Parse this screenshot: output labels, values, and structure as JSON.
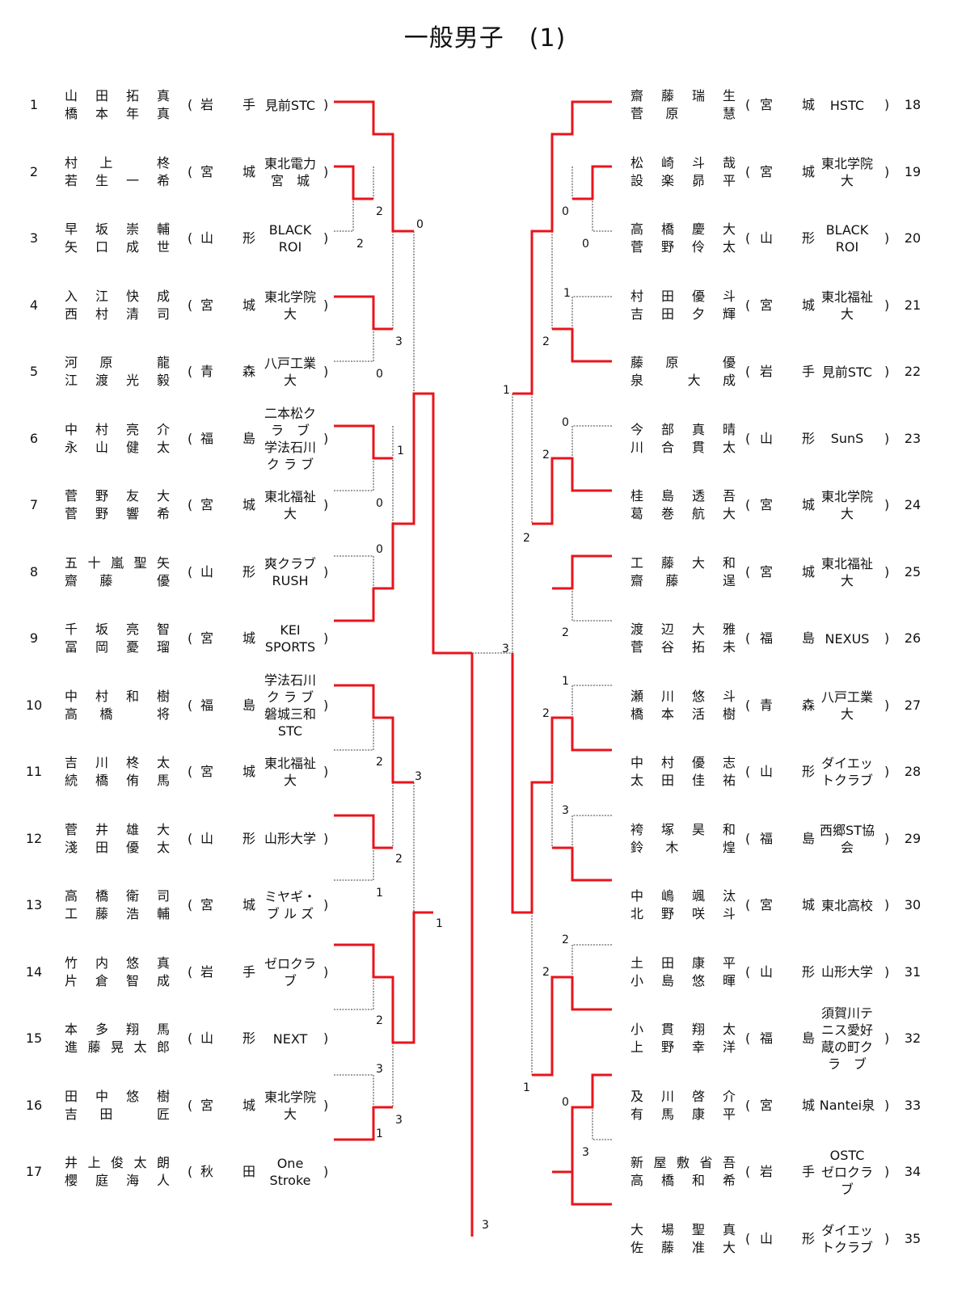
{
  "title": "一般男子　(1)",
  "left_entries": [
    {
      "no": "1",
      "p1": "山田拓真",
      "p2": "橋本年真",
      "pref": "岩手",
      "club": [
        "見前STC"
      ]
    },
    {
      "no": "2",
      "p1": "村上　柊",
      "p2": "若生一希",
      "pref": "宮城",
      "club": [
        "東北電力",
        "宮　城"
      ]
    },
    {
      "no": "3",
      "p1": "早坂崇輔",
      "p2": "矢口成世",
      "pref": "山形",
      "club": [
        "BLACK",
        "ROI"
      ]
    },
    {
      "no": "4",
      "p1": "入江快成",
      "p2": "西村清司",
      "pref": "宮城",
      "club": [
        "東北学院",
        "大"
      ]
    },
    {
      "no": "5",
      "p1": "河原　龍",
      "p2": "江渡光毅",
      "pref": "青森",
      "club": [
        "八戸工業",
        "大"
      ]
    },
    {
      "no": "6",
      "p1": "中村亮介",
      "p2": "永山健太",
      "pref": "福島",
      "club": [
        "二本松ク",
        "ラ　ブ",
        "学法石川",
        "ク ラ ブ"
      ]
    },
    {
      "no": "7",
      "p1": "菅野友大",
      "p2": "菅野響希",
      "pref": "宮城",
      "club": [
        "東北福祉",
        "大"
      ]
    },
    {
      "no": "8",
      "p1": "五十嵐聖矢",
      "p2": "齋藤　優",
      "pref": "山形",
      "club": [
        "爽クラブ",
        "RUSH"
      ]
    },
    {
      "no": "9",
      "p1": "千坂亮智",
      "p2": "冨岡憂瑠",
      "pref": "宮城",
      "club": [
        "KEI",
        "SPORTS"
      ]
    },
    {
      "no": "10",
      "p1": "中村和樹",
      "p2": "高橋　将",
      "pref": "福島",
      "club": [
        "学法石川",
        "ク ラ ブ",
        "磐城三和",
        "STC"
      ]
    },
    {
      "no": "11",
      "p1": "吉川柊太",
      "p2": "続橋侑馬",
      "pref": "宮城",
      "club": [
        "東北福祉",
        "大"
      ]
    },
    {
      "no": "12",
      "p1": "菅井雄大",
      "p2": "淺田優太",
      "pref": "山形",
      "club": [
        "山形大学"
      ]
    },
    {
      "no": "13",
      "p1": "高橋衛司",
      "p2": "工藤浩輔",
      "pref": "宮城",
      "club": [
        "ミヤギ・",
        "ブ ル ズ"
      ]
    },
    {
      "no": "14",
      "p1": "竹内悠真",
      "p2": "片倉智成",
      "pref": "岩手",
      "club": [
        "ゼロクラ",
        "ブ"
      ]
    },
    {
      "no": "15",
      "p1": "本多翔馬",
      "p2": "進藤晃太郎",
      "pref": "山形",
      "club": [
        "NEXT"
      ]
    },
    {
      "no": "16",
      "p1": "田中悠樹",
      "p2": "吉田　匠",
      "pref": "宮城",
      "club": [
        "東北学院",
        "大"
      ]
    },
    {
      "no": "17",
      "p1": "井上俊太朗",
      "p2": "櫻庭海人",
      "pref": "秋田",
      "club": [
        "One",
        "Stroke"
      ]
    }
  ],
  "right_entries": [
    {
      "no": "18",
      "p1": "齋藤瑞生",
      "p2": "菅原　慧",
      "pref": "宮城",
      "club": [
        "HSTC"
      ]
    },
    {
      "no": "19",
      "p1": "松崎斗哉",
      "p2": "設楽昴平",
      "pref": "宮城",
      "club": [
        "東北学院",
        "大"
      ]
    },
    {
      "no": "20",
      "p1": "高橋慶大",
      "p2": "菅野伶太",
      "pref": "山形",
      "club": [
        "BLACK",
        "ROI"
      ]
    },
    {
      "no": "21",
      "p1": "村田優斗",
      "p2": "吉田夕輝",
      "pref": "宮城",
      "club": [
        "東北福祉",
        "大"
      ]
    },
    {
      "no": "22",
      "p1": "藤原　優",
      "p2": "泉　大成",
      "pref": "岩手",
      "club": [
        "見前STC"
      ]
    },
    {
      "no": "23",
      "p1": "今部真晴",
      "p2": "川合貫太",
      "pref": "山形",
      "club": [
        "SunS"
      ]
    },
    {
      "no": "24",
      "p1": "桂島透吾",
      "p2": "葛巻航大",
      "pref": "宮城",
      "club": [
        "東北学院",
        "大"
      ]
    },
    {
      "no": "25",
      "p1": "工藤大和",
      "p2": "齋藤　逞",
      "pref": "宮城",
      "club": [
        "東北福祉",
        "大"
      ]
    },
    {
      "no": "26",
      "p1": "渡辺大雅",
      "p2": "菅谷拓未",
      "pref": "福島",
      "club": [
        "NEXUS"
      ]
    },
    {
      "no": "27",
      "p1": "瀬川悠斗",
      "p2": "橋本活樹",
      "pref": "青森",
      "club": [
        "八戸工業",
        "大"
      ]
    },
    {
      "no": "28",
      "p1": "中村優志",
      "p2": "太田佳祐",
      "pref": "山形",
      "club": [
        "ダイエッ",
        "トクラブ"
      ]
    },
    {
      "no": "29",
      "p1": "袴塚昊和",
      "p2": "鈴木　煌",
      "pref": "福島",
      "club": [
        "西郷ST協",
        "会"
      ]
    },
    {
      "no": "30",
      "p1": "中嶋颯汰",
      "p2": "北野咲斗",
      "pref": "宮城",
      "club": [
        "東北高校"
      ]
    },
    {
      "no": "31",
      "p1": "土田康平",
      "p2": "小島悠暉",
      "pref": "山形",
      "club": [
        "山形大学"
      ]
    },
    {
      "no": "32",
      "p1": "小貫翔太",
      "p2": "上野幸洋",
      "pref": "福島",
      "club": [
        "須賀川テ",
        "ニス愛好",
        "蔵の町ク",
        "ラ　ブ"
      ]
    },
    {
      "no": "33",
      "p1": "及川啓介",
      "p2": "有馬康平",
      "pref": "宮城",
      "club": [
        "Nantei泉"
      ]
    },
    {
      "no": "34",
      "p1": "新屋敷省吾",
      "p2": "高橋和希",
      "pref": "岩手",
      "club": [
        "OSTC",
        "ゼロクラ",
        "ブ"
      ]
    },
    {
      "no": "35",
      "p1": "大場聖真",
      "p2": "佐藤准大",
      "pref": "山形",
      "club": [
        "ダイエッ",
        "トクラブ"
      ]
    }
  ],
  "score_labels": [
    "2",
    "2",
    "0",
    "3",
    "0",
    "1",
    "0",
    "0",
    "2",
    "3",
    "2",
    "1",
    "1",
    "3",
    "2",
    "3",
    "1",
    "3",
    "0",
    "0",
    "1",
    "2",
    "1",
    "0",
    "2",
    "2",
    "2",
    "3",
    "1",
    "2",
    "3",
    "2",
    "2",
    "1",
    "0",
    "3"
  ],
  "colors": {
    "winner_line": "#e8141c",
    "loser_line": "#666666",
    "text": "#111111"
  }
}
